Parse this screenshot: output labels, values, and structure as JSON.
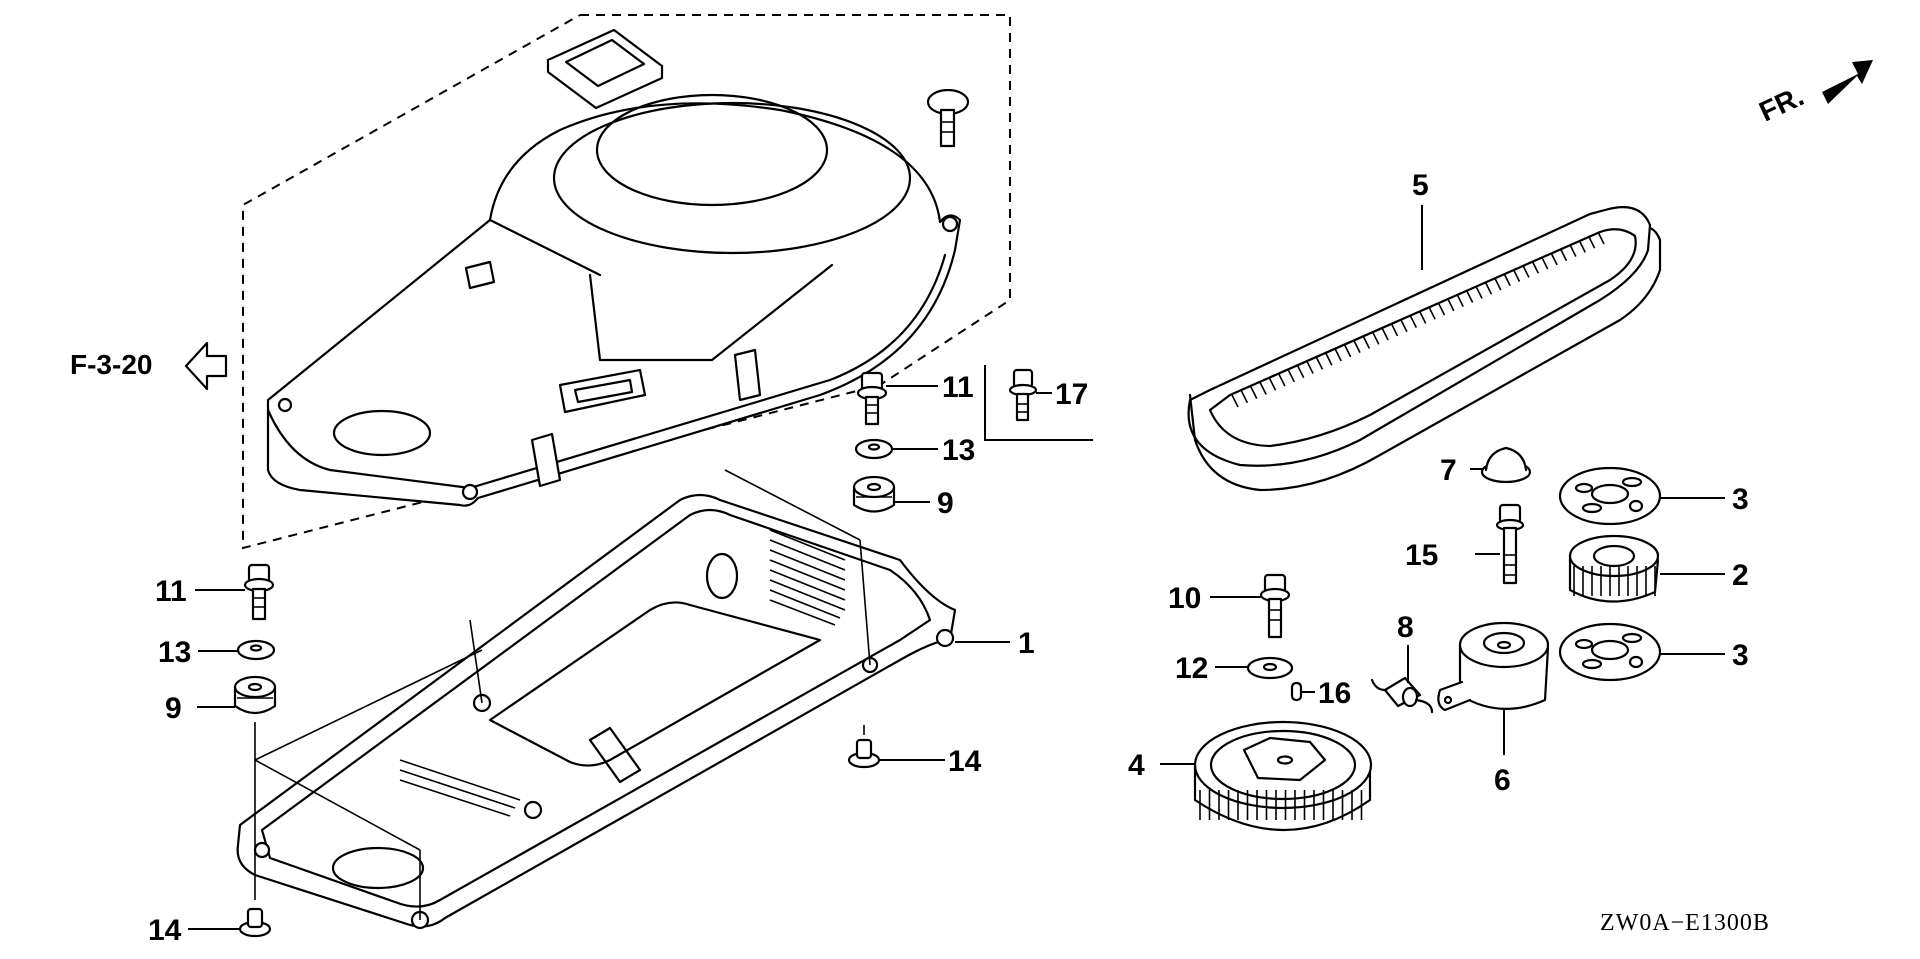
{
  "diagram": {
    "title_code": "ZW0A−E1300B",
    "reference_link": {
      "label": "F-3-20",
      "icon": "hollow-arrow-left-icon"
    },
    "orientation": {
      "label": "FR.",
      "icon": "filled-arrow-icon"
    },
    "callouts": [
      {
        "id": "c1",
        "number": "1",
        "part": "lower-case"
      },
      {
        "id": "c2",
        "number": "2",
        "part": "drive-gear"
      },
      {
        "id": "c3a",
        "number": "3",
        "part": "guide-plate-upper"
      },
      {
        "id": "c3b",
        "number": "3",
        "part": "guide-plate-lower"
      },
      {
        "id": "c4",
        "number": "4",
        "part": "driven-pulley"
      },
      {
        "id": "c5",
        "number": "5",
        "part": "timing-belt"
      },
      {
        "id": "c6",
        "number": "6",
        "part": "tensioner"
      },
      {
        "id": "c7",
        "number": "7",
        "part": "cap"
      },
      {
        "id": "c8",
        "number": "8",
        "part": "tensioner-spring"
      },
      {
        "id": "c9a",
        "number": "9",
        "part": "grommet-center"
      },
      {
        "id": "c9b",
        "number": "9",
        "part": "grommet-left"
      },
      {
        "id": "c10",
        "number": "10",
        "part": "flange-bolt-pulley"
      },
      {
        "id": "c11a",
        "number": "11",
        "part": "flange-bolt-center"
      },
      {
        "id": "c11b",
        "number": "11",
        "part": "flange-bolt-left"
      },
      {
        "id": "c12",
        "number": "12",
        "part": "washer-pulley"
      },
      {
        "id": "c13a",
        "number": "13",
        "part": "washer-center"
      },
      {
        "id": "c13b",
        "number": "13",
        "part": "washer-left"
      },
      {
        "id": "c14a",
        "number": "14",
        "part": "collar-center"
      },
      {
        "id": "c14b",
        "number": "14",
        "part": "collar-left"
      },
      {
        "id": "c15",
        "number": "15",
        "part": "tensioner-bolt"
      },
      {
        "id": "c16",
        "number": "16",
        "part": "dowel-pin"
      },
      {
        "id": "c17",
        "number": "17",
        "part": "flange-bolt-optional"
      }
    ]
  }
}
